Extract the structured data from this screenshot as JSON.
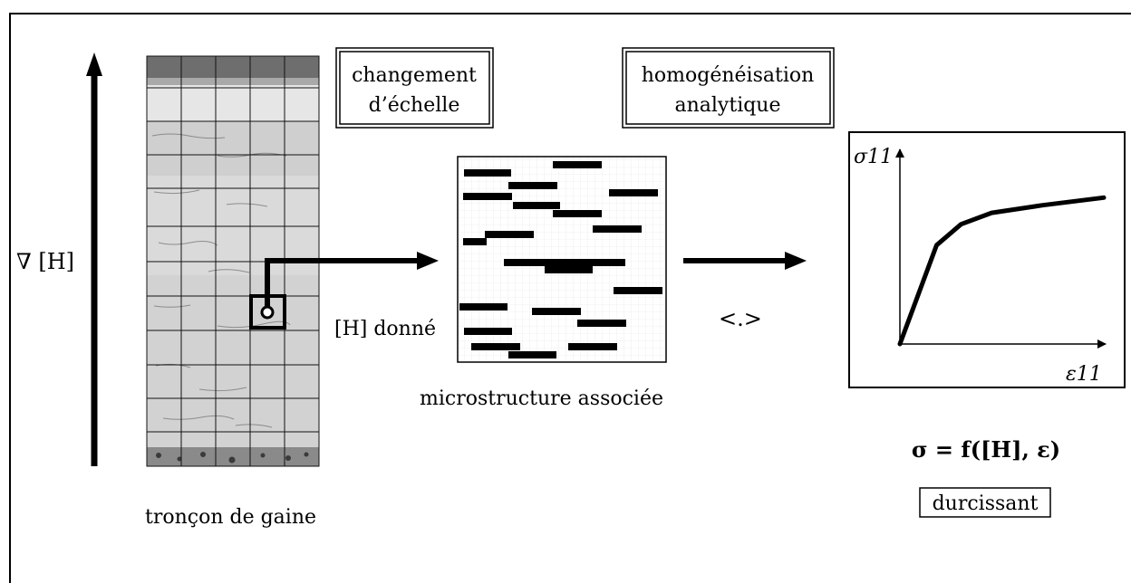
{
  "left_axis_label": "∇ [H]",
  "specimen_caption": "tronçon de gaine",
  "box_scale_change": {
    "line1": "changement",
    "line2": "d’échelle"
  },
  "box_homogenization": {
    "line1": "homogénéisation",
    "line2": "analytique"
  },
  "given_h_label": "[H] donné",
  "microstructure_caption": "microstructure associée",
  "averaging_operator": "<.>",
  "chart_data": {
    "type": "line",
    "ylabel": "σ11",
    "xlabel": "ε11",
    "series": [
      {
        "values_description": "",
        "points": [
          [
            0,
            0
          ],
          [
            0.18,
            0.52
          ],
          [
            0.3,
            0.63
          ],
          [
            0.45,
            0.69
          ],
          [
            0.7,
            0.73
          ],
          [
            1,
            0.77
          ]
        ]
      }
    ]
  },
  "law_formula": "σ = f([H], ε)",
  "hardening_label": "durcissant"
}
